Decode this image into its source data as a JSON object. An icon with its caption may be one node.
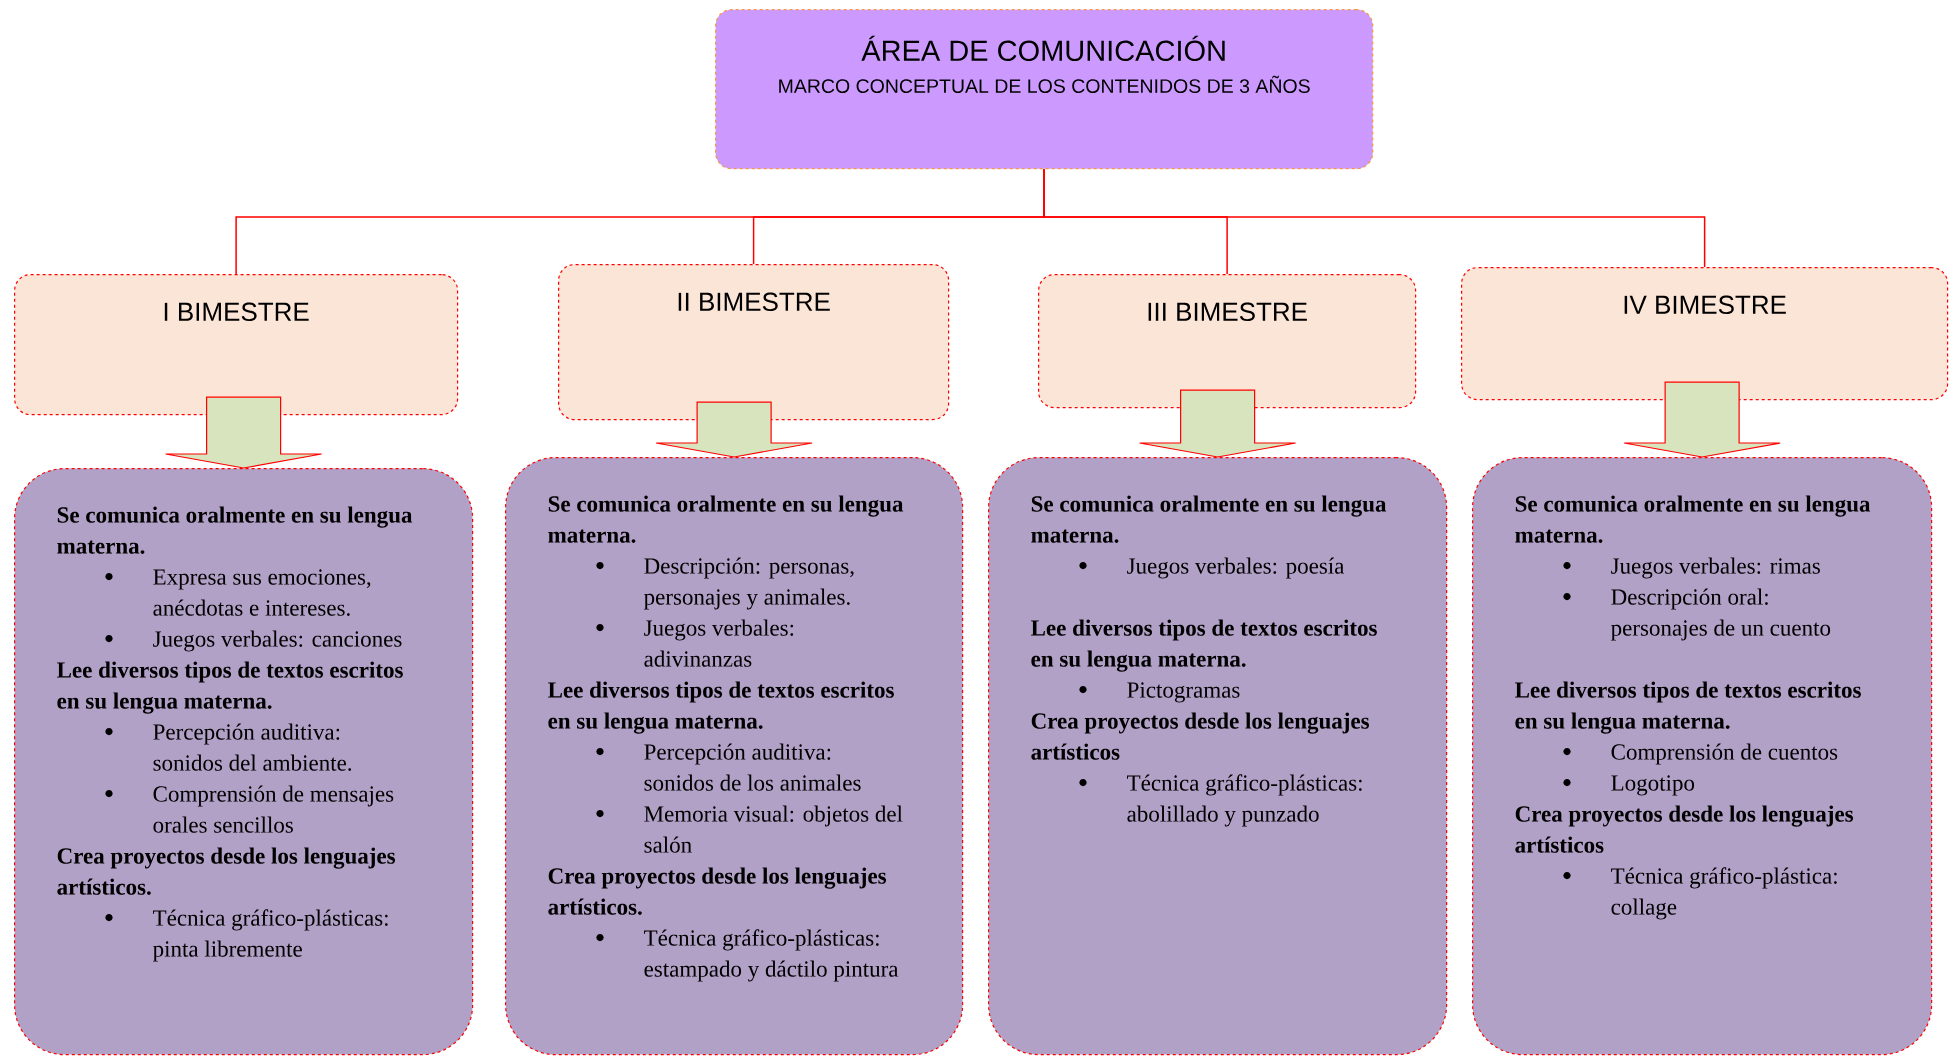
{
  "diagram": {
    "nodes": [
      {
        "text": [
          "ÁREA DE COMUNICACIÓN",
          "MARCO CONCEPTUAL DE LOS CONTENIDOS DE 3 AÑOS"
        ]
      },
      {
        "text": [
          "I BIMESTRE"
        ]
      },
      {
        "text": [
          "II BIMESTRE"
        ]
      },
      {
        "text": [
          "III BIMESTRE"
        ]
      },
      {
        "text": [
          "IV BIMESTRE"
        ]
      },
      {
        "text": [
          "Se comunica oralmente en su lengua materna.",
          "Expresa sus emociones, anécdotas e intereses.",
          "Juegos verbales: canciones",
          "Lee diversos tipos de textos escritos en su lengua materna.",
          "Percepción auditiva: sonidos del ambiente.",
          "Comprensión de mensajes orales sencillos",
          "Crea proyectos desde los lenguajes artísticos.",
          "Técnica gráfico-plásticas: pinta libremente"
        ]
      },
      {
        "text": [
          "Se comunica oralmente en su lengua materna.",
          "Descripción: personas, personajes y animales.",
          "Juegos verbales: adivinanzas",
          "Lee diversos tipos de textos escritos en su lengua materna.",
          "Percepción auditiva: sonidos de los animales",
          "Memoria visual: objetos del salón",
          "Crea proyectos desde los lenguajes artísticos.",
          "Técnica gráfico-plásticas: estampado y dáctilo pintura"
        ]
      },
      {
        "text": [
          "Se comunica oralmente en su lengua materna.",
          "Juegos verbales: poesía",
          "Lee diversos tipos de textos escritos en su lengua materna.",
          "Pictogramas",
          "Crea proyectos desde los lenguajes artísticos",
          "Técnica gráfico-plásticas: abolillado y punzado"
        ]
      },
      {
        "text": [
          "Se comunica oralmente en su lengua materna.",
          "Juegos verbales: rimas",
          "Descripción oral: personajes de un cuento",
          "Lee diversos tipos de textos escritos en su lengua materna.",
          "Comprensión de cuentos",
          "Logotipo",
          "Crea proyectos desde los lenguajes artísticos",
          "Técnica gráfico-plástica: collage"
        ]
      }
    ],
    "edges": [
      {
        "from": 0,
        "to": 1,
        "arrow": "none"
      },
      {
        "from": 0,
        "to": 2,
        "arrow": "none"
      },
      {
        "from": 0,
        "to": 3,
        "arrow": "none"
      },
      {
        "from": 0,
        "to": 4,
        "arrow": "none"
      },
      {
        "from": 1,
        "to": 5,
        "arrow": "to"
      },
      {
        "from": 2,
        "to": 6,
        "arrow": "to"
      },
      {
        "from": 3,
        "to": 7,
        "arrow": "to"
      },
      {
        "from": 4,
        "to": 8,
        "arrow": "to"
      }
    ]
  }
}
